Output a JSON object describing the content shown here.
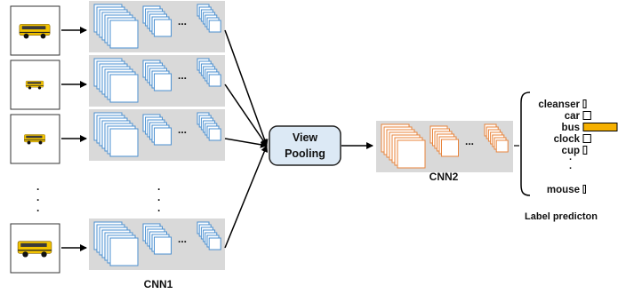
{
  "views": [
    {
      "icon": "bus-icon"
    },
    {
      "icon": "bus-icon"
    },
    {
      "icon": "bus-icon"
    },
    {
      "icon": "bus-icon"
    }
  ],
  "cnn1": {
    "label": "CNN1",
    "ellipsis": "..."
  },
  "view_pooling": {
    "line1": "View",
    "line2": "Pooling"
  },
  "cnn2": {
    "label": "CNN2",
    "ellipsis": "..."
  },
  "gap_dots": ".",
  "prediction": {
    "caption": "Label predicton",
    "dots": [
      "·",
      "·"
    ],
    "items": [
      {
        "label": "cleanser",
        "value": 0.08
      },
      {
        "label": "car",
        "value": 0.22
      },
      {
        "label": "bus",
        "value": 1.0
      },
      {
        "label": "clock",
        "value": 0.22
      },
      {
        "label": "cup",
        "value": 0.1
      },
      {
        "label": "mouse",
        "value": 0.03
      }
    ]
  },
  "colors": {
    "cnn1_stroke": "#4a8fd0",
    "cnn2_stroke": "#e8833a",
    "panel_fill": "#d9d9d9",
    "pool_fill": "#dce9f5",
    "bus_bar": "#f5b000",
    "bus_yellow": "#f2c300"
  }
}
